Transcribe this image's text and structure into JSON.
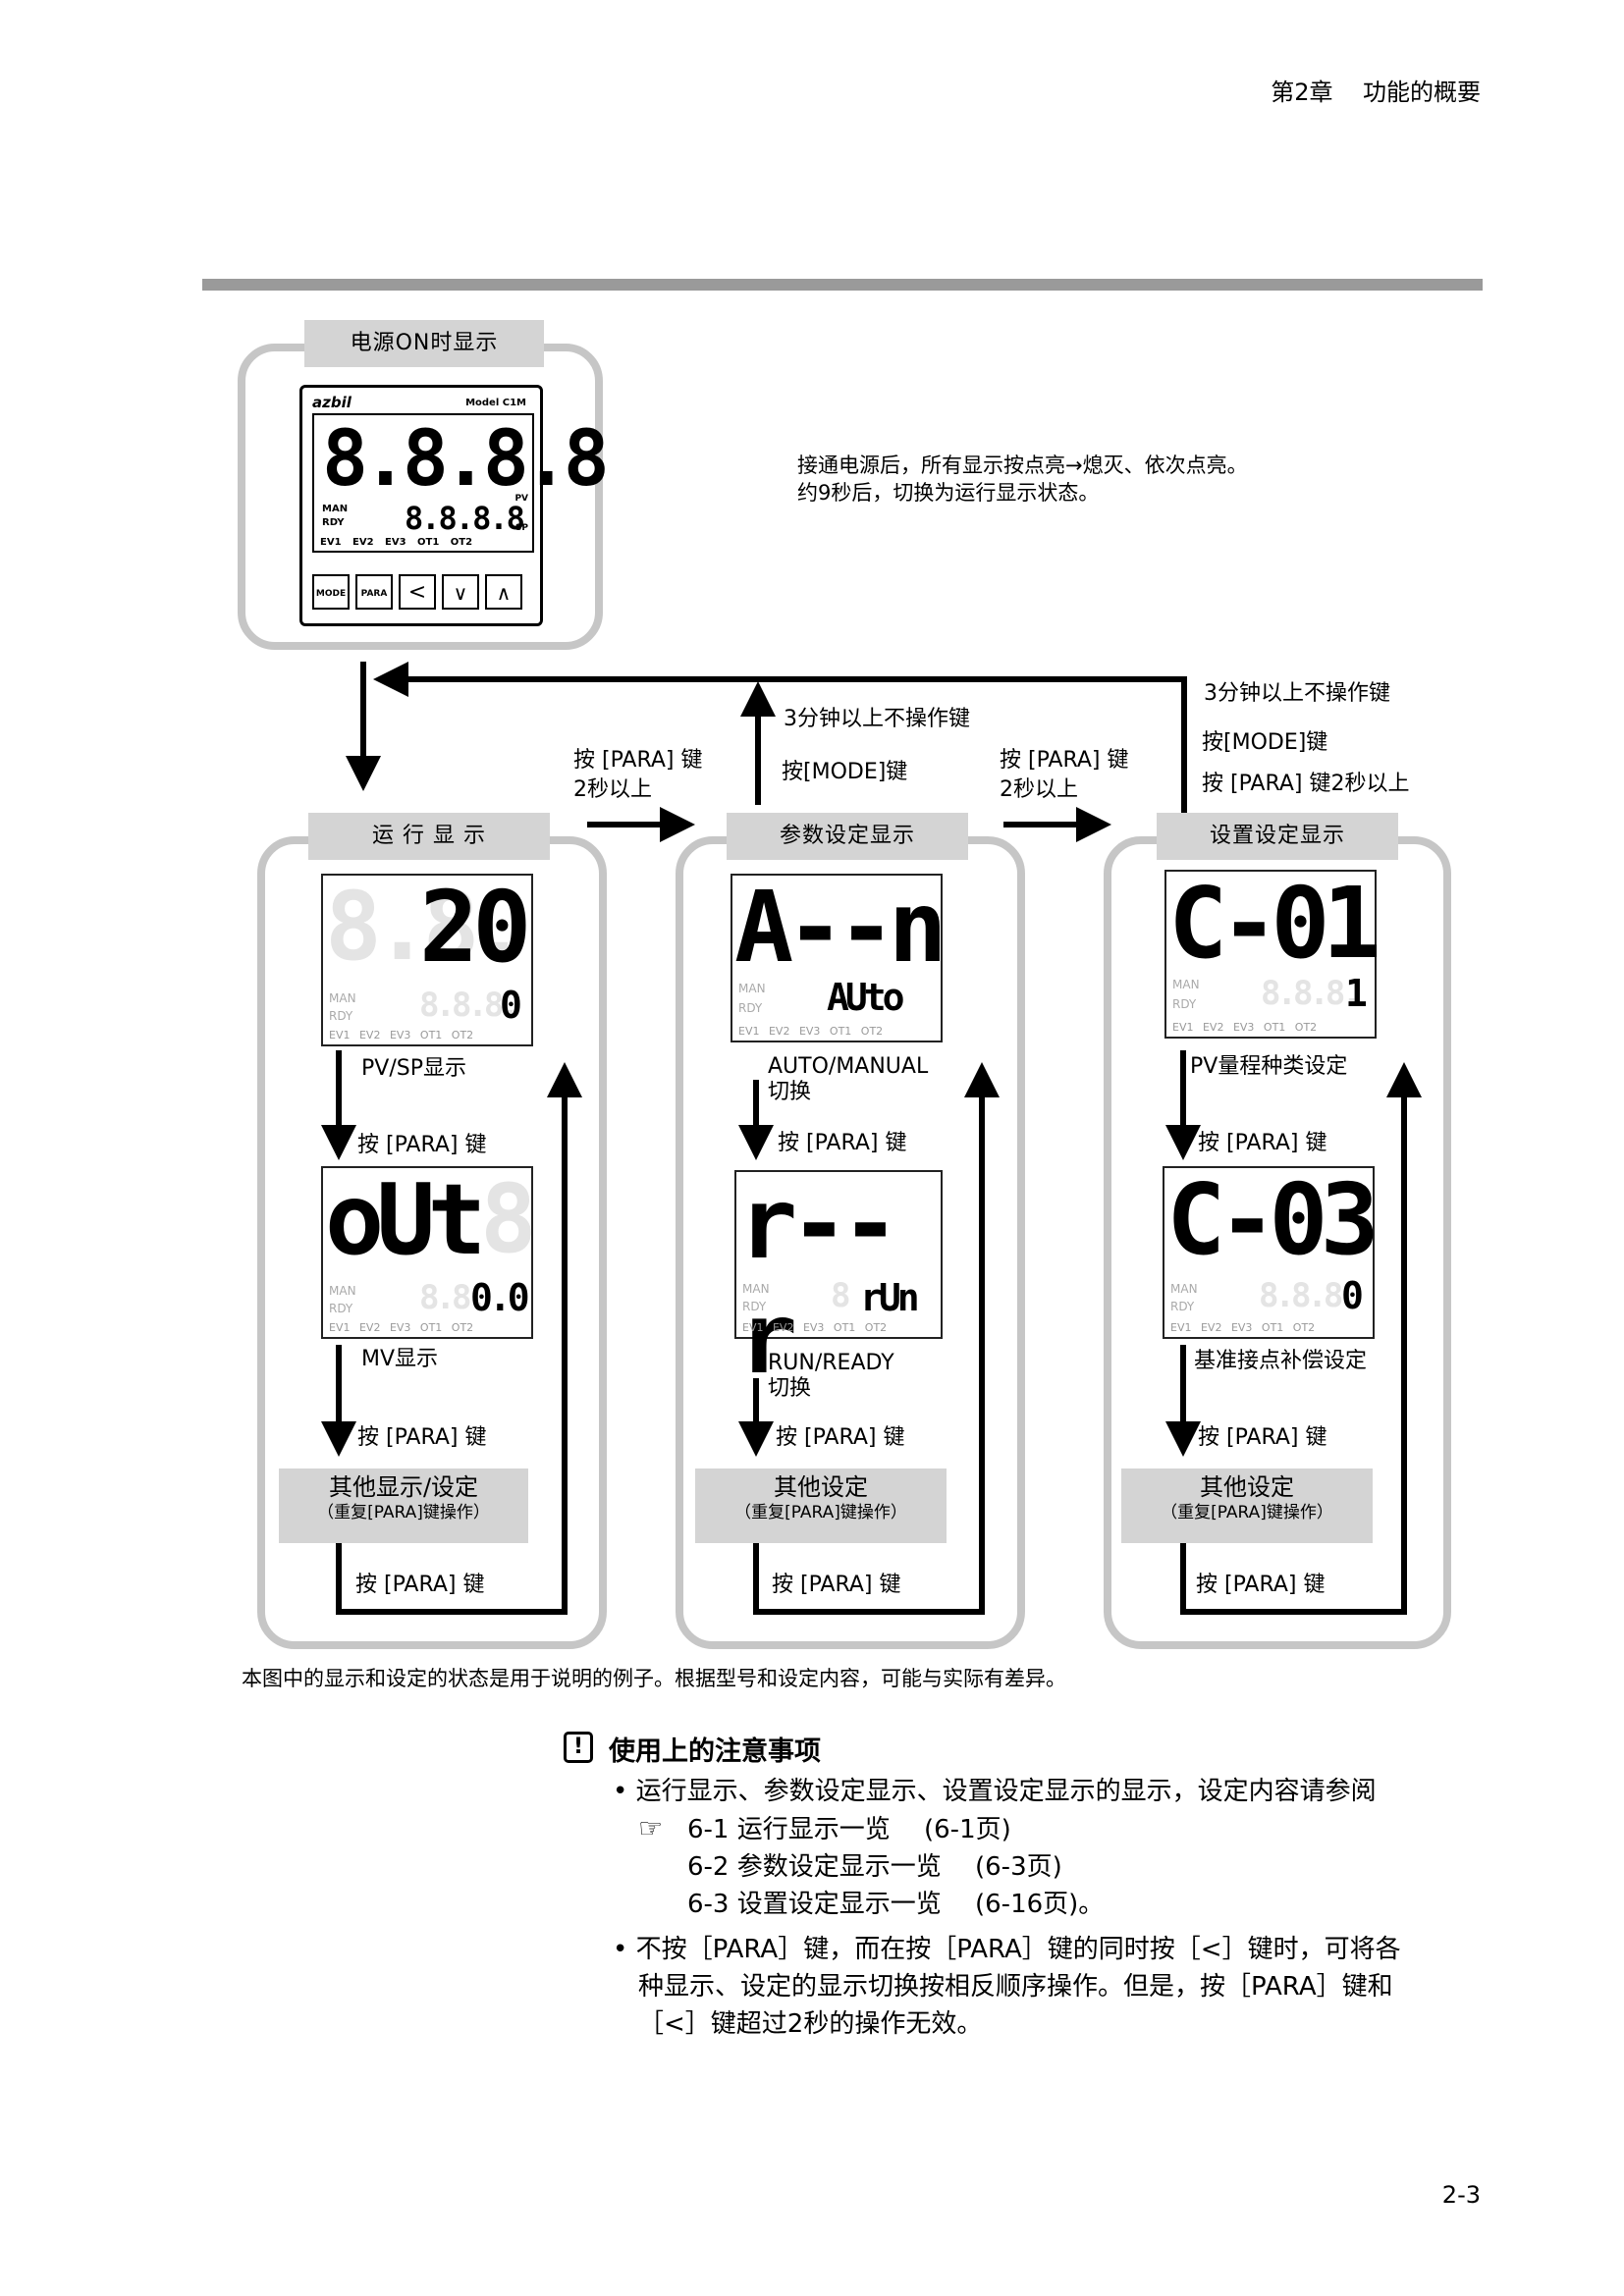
{
  "header": {
    "chapter": "第2章",
    "title": "功能的概要"
  },
  "power_on": {
    "tab": "电源ON时显示",
    "device": {
      "brand": "azbil",
      "model": "Model C1M",
      "pv_tag": "PV",
      "sp_tag": "SP",
      "man": "MAN",
      "rdy": "RDY",
      "ev_row": "EV1 EV2 EV3 OT1 OT2",
      "keys": [
        "MODE",
        "PARA",
        "<",
        "∨",
        "∧"
      ]
    },
    "desc_line1": "接通电源后，所有显示按点亮→熄灭、依次点亮。",
    "desc_line2": "约9秒后，切换为运行显示状态。"
  },
  "transitions": {
    "top_right_line1": "3分钟以上不操作键",
    "top_right_line2": "按[MODE]键",
    "top_right_line3": "按 [PARA] 键2秒以上",
    "mid_up_line1": "3分钟以上不操作键",
    "mid_up_line2": "按[MODE]键",
    "left_right_line1": "按 [PARA] 键",
    "left_right_line2": "2秒以上",
    "mid_right_line1": "按 [PARA] 键",
    "mid_right_line2": "2秒以上"
  },
  "columns": [
    {
      "tab": "运 行 显 示",
      "screen1": {
        "ghost_main": "8.8.",
        "main": "20",
        "sub": "0",
        "ghost_sub": "8.8.8."
      },
      "label1": "PV/SP显示",
      "press1": "按 [PARA] 键",
      "screen2": {
        "main": "oUt",
        "ghost_main": "8",
        "sub": "0.0",
        "ghost_sub": "8.8."
      },
      "label2": "MV显示",
      "press2": "按 [PARA] 键",
      "box_title": "其他显示/设定",
      "box_sub": "（重复[PARA]键操作）",
      "press3": "按 [PARA] 键"
    },
    {
      "tab": "参数设定显示",
      "screen1": {
        "main": "A--n",
        "sub": "AUto",
        "ghost_sub": ""
      },
      "label1_line1": "AUTO/MANUAL",
      "label1_line2": "切换",
      "press1": "按 [PARA] 键",
      "screen2": {
        "main": "r--r",
        "sub": "rUn",
        "ghost_sub": "8"
      },
      "label2_line1": "RUN/READY",
      "label2_line2": "切换",
      "press2": "按 [PARA] 键",
      "box_title": "其他设定",
      "box_sub": "（重复[PARA]键操作）",
      "press3": "按 [PARA] 键"
    },
    {
      "tab": "设置设定显示",
      "screen1": {
        "main": "C-01",
        "sub": "1",
        "ghost_sub": "8.8.8."
      },
      "label1": "PV量程种类设定",
      "press1": "按 [PARA] 键",
      "screen2": {
        "main": "C-03",
        "sub": "0",
        "ghost_sub": "8.8.8."
      },
      "label2": "基准接点补偿设定",
      "press2": "按 [PARA] 键",
      "box_title": "其他设定",
      "box_sub": "（重复[PARA]键操作）",
      "press3": "按 [PARA] 键"
    }
  ],
  "lcd_common": {
    "man": "MAN",
    "rdy": "RDY",
    "ev_row": "EV1 EV2 EV3 OT1 OT2"
  },
  "footnote": "本图中的显示和设定的状态是用于说明的例子。根据型号和设定内容，可能与实际有差异。",
  "caution": {
    "title": "使用上的注意事项",
    "bullet1": "运行显示、参数设定显示、设置设定显示的显示，设定内容请参阅",
    "ref1": "6-1 运行显示一览　 (6-1页)",
    "ref2": "6-2 参数设定显示一览　 (6-3页)",
    "ref3": "6-3 设置设定显示一览　 (6-16页)。",
    "bullet2_line1": "不按［PARA］键，而在按［PARA］键的同时按［<］键时，可将各",
    "bullet2_line2": "种显示、设定的显示切换按相反顺序操作。但是，按［PARA］键和",
    "bullet2_line3": "［<］键超过2秒的操作无效。"
  },
  "page_number": "2-3"
}
